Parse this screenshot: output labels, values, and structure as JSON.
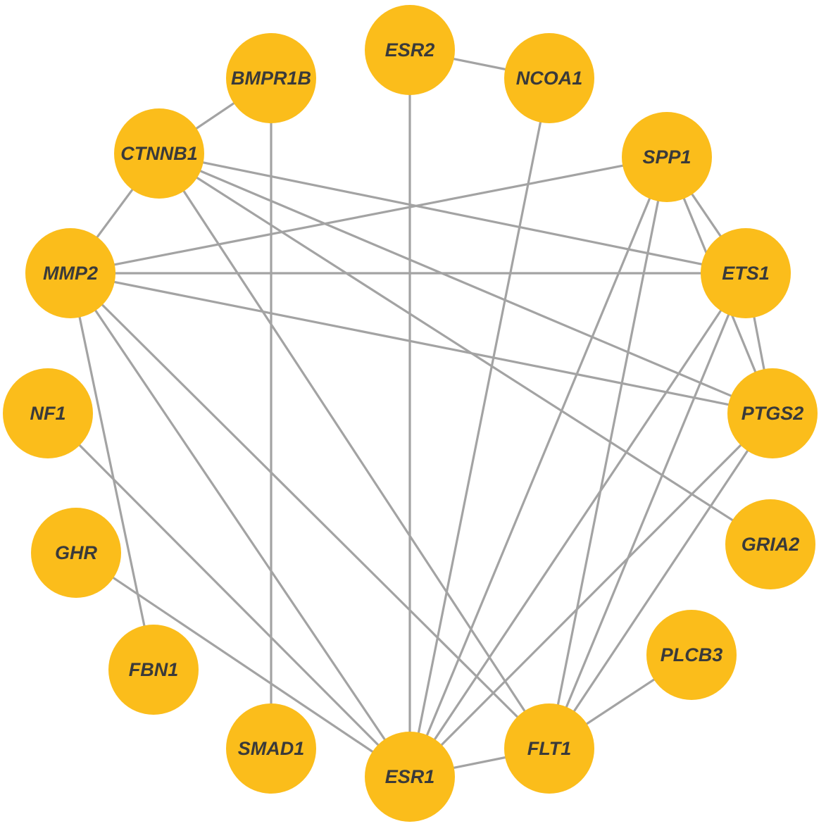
{
  "colors": {
    "node_fill": "#fbbd1b",
    "edge_stroke": "#a3a3a3",
    "label_text": "#3a3a3a"
  },
  "nodes": [
    {
      "id": "ESR2",
      "label": "ESR2"
    },
    {
      "id": "NCOA1",
      "label": "NCOA1"
    },
    {
      "id": "BMPR1B",
      "label": "BMPR1B"
    },
    {
      "id": "CTNNB1",
      "label": "CTNNB1"
    },
    {
      "id": "SPP1",
      "label": "SPP1"
    },
    {
      "id": "MMP2",
      "label": "MMP2"
    },
    {
      "id": "ETS1",
      "label": "ETS1"
    },
    {
      "id": "NF1",
      "label": "NF1"
    },
    {
      "id": "PTGS2",
      "label": "PTGS2"
    },
    {
      "id": "GHR",
      "label": "GHR"
    },
    {
      "id": "GRIA2",
      "label": "GRIA2"
    },
    {
      "id": "FBN1",
      "label": "FBN1"
    },
    {
      "id": "PLCB3",
      "label": "PLCB3"
    },
    {
      "id": "SMAD1",
      "label": "SMAD1"
    },
    {
      "id": "FLT1",
      "label": "FLT1"
    },
    {
      "id": "ESR1",
      "label": "ESR1"
    }
  ],
  "edges": [
    [
      "ESR2",
      "NCOA1"
    ],
    [
      "ESR2",
      "ESR1"
    ],
    [
      "NCOA1",
      "ESR1"
    ],
    [
      "BMPR1B",
      "CTNNB1"
    ],
    [
      "BMPR1B",
      "SMAD1"
    ],
    [
      "CTNNB1",
      "MMP2"
    ],
    [
      "CTNNB1",
      "ETS1"
    ],
    [
      "CTNNB1",
      "PTGS2"
    ],
    [
      "CTNNB1",
      "GRIA2"
    ],
    [
      "CTNNB1",
      "FLT1"
    ],
    [
      "SPP1",
      "MMP2"
    ],
    [
      "SPP1",
      "ETS1"
    ],
    [
      "SPP1",
      "PTGS2"
    ],
    [
      "SPP1",
      "ESR1"
    ],
    [
      "SPP1",
      "FLT1"
    ],
    [
      "MMP2",
      "ETS1"
    ],
    [
      "MMP2",
      "PTGS2"
    ],
    [
      "MMP2",
      "FBN1"
    ],
    [
      "MMP2",
      "ESR1"
    ],
    [
      "MMP2",
      "FLT1"
    ],
    [
      "ETS1",
      "PTGS2"
    ],
    [
      "ETS1",
      "ESR1"
    ],
    [
      "ETS1",
      "FLT1"
    ],
    [
      "NF1",
      "ESR1"
    ],
    [
      "PTGS2",
      "ESR1"
    ],
    [
      "PTGS2",
      "FLT1"
    ],
    [
      "GHR",
      "ESR1"
    ],
    [
      "PLCB3",
      "FLT1"
    ],
    [
      "FLT1",
      "ESR1"
    ]
  ]
}
